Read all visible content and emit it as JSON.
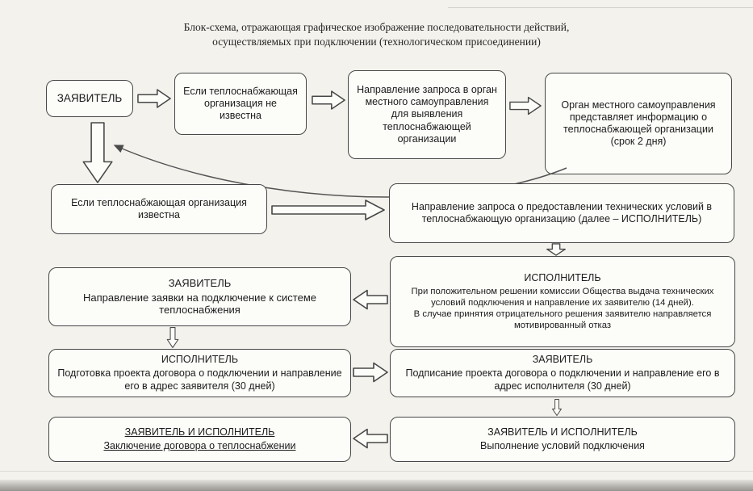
{
  "title": {
    "line1": "Блок-схема, отражающая графическое изображение последовательности действий,",
    "line2": "осуществляемых при подключении (технологическом присоединении)"
  },
  "boxes": {
    "applicant": {
      "text": "ЗАЯВИТЕЛЬ"
    },
    "org_unknown": {
      "text": "Если теплоснабжающая организация не известна"
    },
    "request_to_local_government": {
      "text": "Направление запроса в орган местного самоуправления для выявления теплоснабжающей организации"
    },
    "local_government_provides_info": {
      "text": "Орган местного самоуправления представляет информацию о теплоснабжающей организации (срок 2 дня)"
    },
    "org_known": {
      "text": "Если теплоснабжающая организация известна"
    },
    "request_tech_conditions": {
      "text": "Направление запроса о предоставлении технических условий в теплоснабжающую организацию (далее – ИСПОЛНИТЕЛЬ)"
    },
    "application_submission": {
      "title": "ЗАЯВИТЕЛЬ",
      "text": "Направление заявки на подключение к системе теплоснабжения"
    },
    "executor_decision": {
      "title": "ИСПОЛНИТЕЛЬ",
      "text_positive": "При положительном решении комиссии Общества выдача технических условий подключения и  направление их заявителю (14 дней).",
      "text_negative": "В случае принятия отрицательного решения заявителю направляется  мотивированный отказ"
    },
    "contract_draft": {
      "title": "ИСПОЛНИТЕЛЬ",
      "text": "Подготовка проекта договора о подключении и направление его в адрес заявителя (30 дней)"
    },
    "contract_signing": {
      "title": "ЗАЯВИТЕЛЬ",
      "text": "Подписание проекта договора о подключении и направление его в адрес исполнителя (30 дней)"
    },
    "contract_conclusion": {
      "title": "ЗАЯВИТЕЛЬ И ИСПОЛНИТЕЛЬ",
      "text": "Заключение договора о теплоснабжении"
    },
    "conditions_fulfillment": {
      "title": "ЗАЯВИТЕЛЬ И ИСПОЛНИТЕЛЬ",
      "text": "Выполнение условий подключения"
    }
  },
  "colors": {
    "page_background": "#f3f2ed",
    "box_background": "#fcfcf9",
    "box_border": "#474747",
    "text": "#1c1c1c"
  }
}
